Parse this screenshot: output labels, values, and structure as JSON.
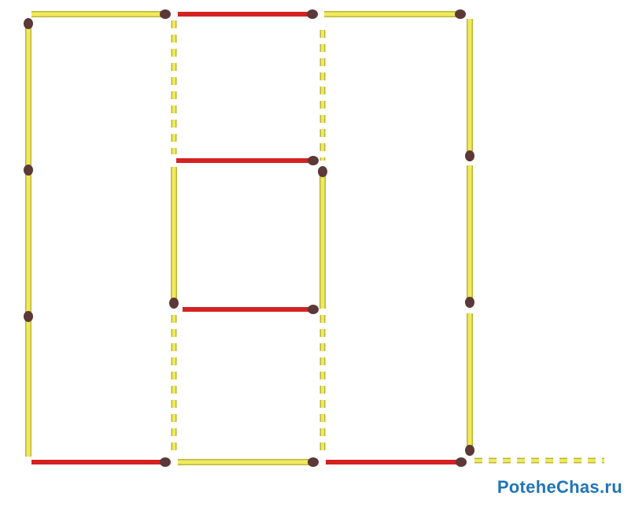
{
  "watermark": "PoteheChas.ru",
  "colors": {
    "yellow_body": "#f0e95a",
    "yellow_edge": "#b9b53e",
    "red": "#d32222",
    "head": "#5c3838"
  },
  "matches": [
    {
      "id": "top-left",
      "color": "yellow",
      "style": "solid"
    },
    {
      "id": "top-middle",
      "color": "red",
      "style": "solid"
    },
    {
      "id": "top-right",
      "color": "yellow",
      "style": "solid"
    },
    {
      "id": "left-upper",
      "color": "yellow",
      "style": "solid"
    },
    {
      "id": "left-middle",
      "color": "yellow",
      "style": "solid"
    },
    {
      "id": "left-lower",
      "color": "yellow",
      "style": "solid"
    },
    {
      "id": "right-upper",
      "color": "yellow",
      "style": "solid"
    },
    {
      "id": "right-middle",
      "color": "yellow",
      "style": "solid"
    },
    {
      "id": "right-lower",
      "color": "yellow",
      "style": "solid"
    },
    {
      "id": "bottom-left",
      "color": "red",
      "style": "solid"
    },
    {
      "id": "bottom-middle",
      "color": "yellow",
      "style": "solid"
    },
    {
      "id": "bottom-right",
      "color": "red",
      "style": "solid"
    },
    {
      "id": "inner-top",
      "color": "red",
      "style": "solid"
    },
    {
      "id": "inner-bottom",
      "color": "red",
      "style": "solid"
    },
    {
      "id": "inner-left",
      "color": "yellow",
      "style": "solid"
    },
    {
      "id": "inner-right",
      "color": "yellow",
      "style": "solid"
    },
    {
      "id": "upper-left-dashed",
      "color": "yellow",
      "style": "dashed"
    },
    {
      "id": "upper-right-dashed",
      "color": "yellow",
      "style": "dashed"
    },
    {
      "id": "lower-left-dashed",
      "color": "yellow",
      "style": "dashed"
    },
    {
      "id": "lower-right-dashed",
      "color": "yellow",
      "style": "dashed"
    },
    {
      "id": "bottom-extension-dashed",
      "color": "yellow",
      "style": "dashed"
    }
  ]
}
